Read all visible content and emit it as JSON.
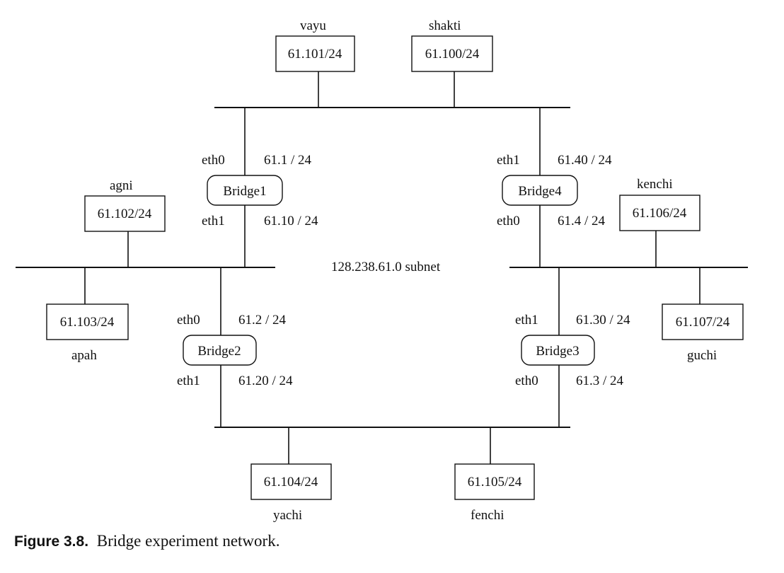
{
  "subnet_label": "128.238.61.0 subnet",
  "hosts": {
    "vayu": {
      "name": "vayu",
      "ip": "61.101/24"
    },
    "shakti": {
      "name": "shakti",
      "ip": "61.100/24"
    },
    "agni": {
      "name": "agni",
      "ip": "61.102/24"
    },
    "kenchi": {
      "name": "kenchi",
      "ip": "61.106/24"
    },
    "apah": {
      "name": "apah",
      "ip": "61.103/24"
    },
    "guchi": {
      "name": "guchi",
      "ip": "61.107/24"
    },
    "yachi": {
      "name": "yachi",
      "ip": "61.104/24"
    },
    "fenchi": {
      "name": "fenchi",
      "ip": "61.105/24"
    }
  },
  "bridges": {
    "b1": {
      "name": "Bridge1",
      "top_if": "eth0",
      "top_ip": "61.1 / 24",
      "bottom_if": "eth1",
      "bottom_ip": "61.10 / 24"
    },
    "b2": {
      "name": "Bridge2",
      "top_if": "eth0",
      "top_ip": "61.2 / 24",
      "bottom_if": "eth1",
      "bottom_ip": "61.20 / 24"
    },
    "b3": {
      "name": "Bridge3",
      "top_if": "eth1",
      "top_ip": "61.30 / 24",
      "bottom_if": "eth0",
      "bottom_ip": "61.3 / 24"
    },
    "b4": {
      "name": "Bridge4",
      "top_if": "eth1",
      "top_ip": "61.40 / 24",
      "bottom_if": "eth0",
      "bottom_ip": "61.4 / 24"
    }
  },
  "caption": {
    "number": "Figure 3.8.",
    "text": "Bridge experiment network."
  }
}
